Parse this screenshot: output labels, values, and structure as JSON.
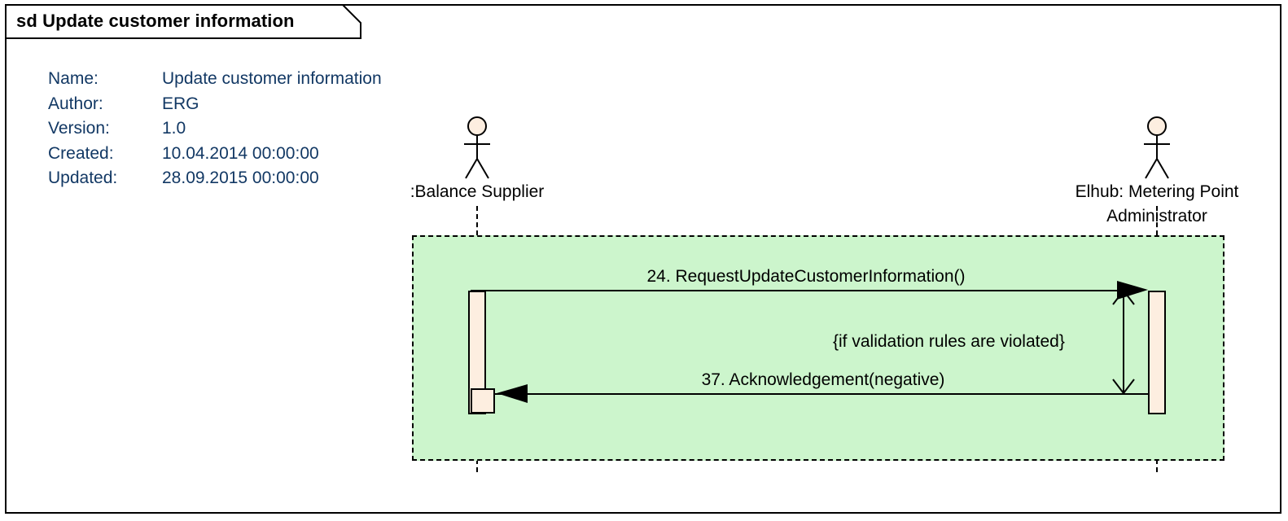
{
  "diagram": {
    "frame_label": "sd Update customer information",
    "background_color": "#ffffff",
    "border_color": "#000000"
  },
  "metadata": {
    "text_color": "#123864",
    "rows": [
      {
        "key": "Name:",
        "value": "Update customer information"
      },
      {
        "key": "Author:",
        "value": "ERG"
      },
      {
        "key": "Version:",
        "value": "1.0"
      },
      {
        "key": "Created:",
        "value": "10.04.2014 00:00:00"
      },
      {
        "key": "Updated:",
        "value": "28.09.2015 00:00:00"
      }
    ]
  },
  "lifelines": [
    {
      "id": "balance-supplier",
      "label": ":Balance Supplier"
    },
    {
      "id": "metering-point-administrator",
      "label": "Elhub: Metering Point\nAdministrator"
    }
  ],
  "fragment": {
    "fill_color": "#ccf5cc",
    "border_style": "dashed",
    "guard": "{if validation rules are violated}"
  },
  "messages": [
    {
      "index": 1,
      "label": "24. RequestUpdateCustomerInformation()",
      "from": "balance-supplier",
      "to": "metering-point-administrator",
      "direction": "right",
      "arrow": "filled-solid"
    },
    {
      "index": 2,
      "label": "37. Acknowledgement(negative)",
      "from": "metering-point-administrator",
      "to": "balance-supplier",
      "direction": "left",
      "arrow": "filled-solid"
    }
  ],
  "activations": {
    "fill_color": "#fdeee0",
    "border_color": "#000000"
  }
}
